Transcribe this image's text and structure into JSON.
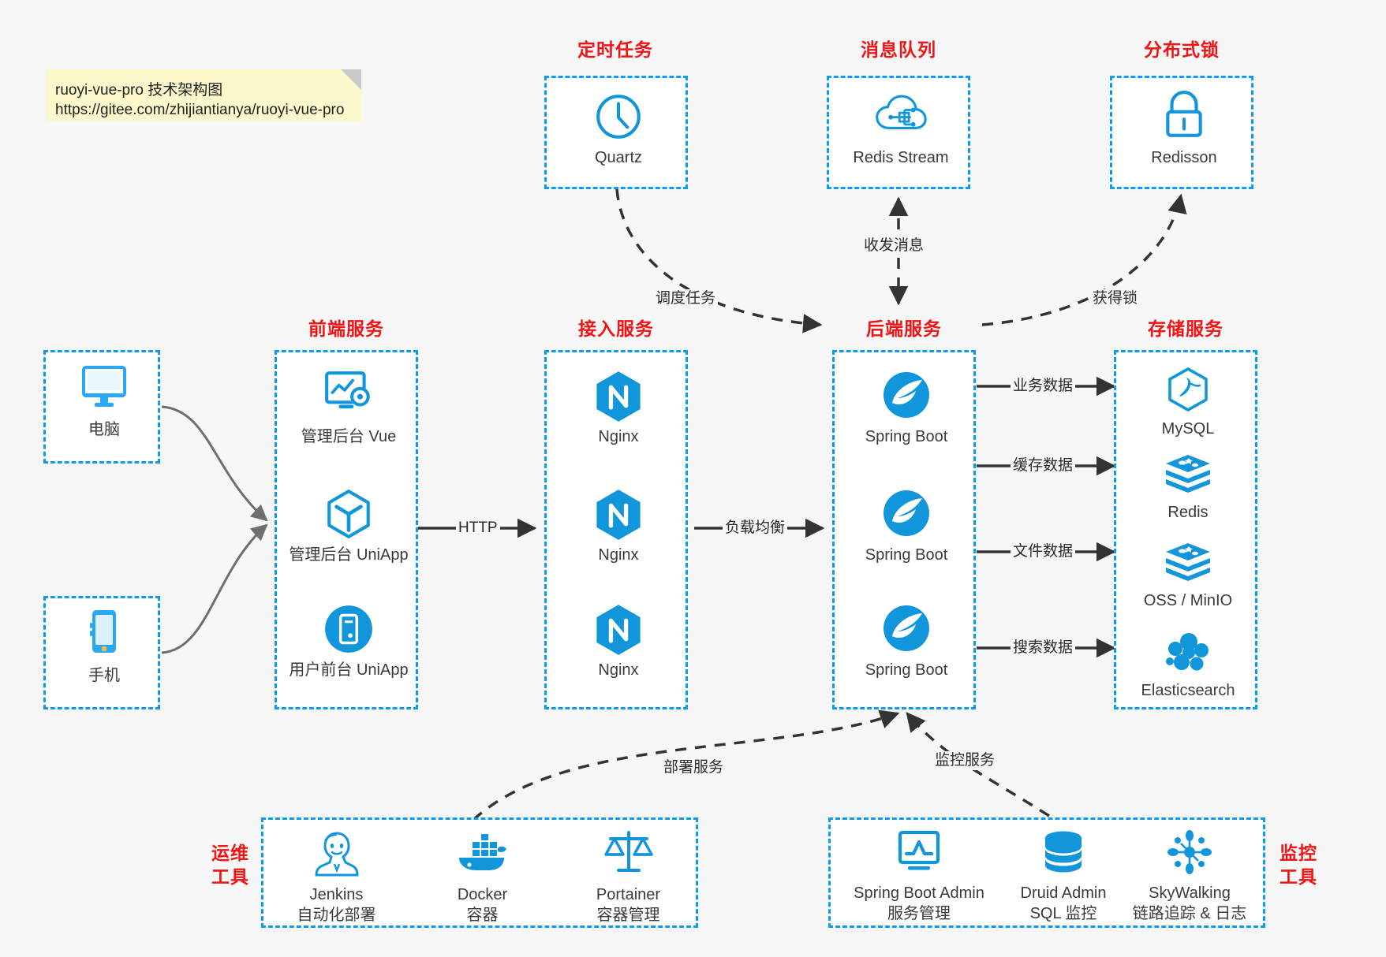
{
  "note": {
    "line1": "ruoyi-vue-pro 技术架构图",
    "line2": "https://gitee.com/zhijiantianya/ruoyi-vue-pro"
  },
  "colors": {
    "group_border": "#0d9bf0",
    "group_title": "#f01414",
    "icon_blue": "#1296db",
    "background": "#f7f7f7",
    "note_background": "#fbf8cc",
    "edge": "#333333"
  },
  "groups": {
    "scheduler": {
      "title": "定时任务",
      "nodes": [
        {
          "label": "Quartz",
          "icon": "clock-icon"
        }
      ]
    },
    "message_queue": {
      "title": "消息队列",
      "nodes": [
        {
          "label": "Redis Stream",
          "icon": "cloud-stream-icon"
        }
      ]
    },
    "distributed_lock": {
      "title": "分布式锁",
      "nodes": [
        {
          "label": "Redisson",
          "icon": "lock-icon"
        }
      ]
    },
    "clients": {
      "nodes": [
        {
          "label": "电脑",
          "icon": "desktop-icon"
        },
        {
          "label": "手机",
          "icon": "mobile-icon"
        }
      ]
    },
    "frontend": {
      "title": "前端服务",
      "nodes": [
        {
          "label": "管理后台 Vue",
          "icon": "dashboard-icon"
        },
        {
          "label": "管理后台 UniApp",
          "icon": "cube-icon"
        },
        {
          "label": "用户前台 UniApp",
          "icon": "app-icon"
        }
      ]
    },
    "gateway": {
      "title": "接入服务",
      "nodes": [
        {
          "label": "Nginx",
          "icon": "nginx-icon"
        },
        {
          "label": "Nginx",
          "icon": "nginx-icon"
        },
        {
          "label": "Nginx",
          "icon": "nginx-icon"
        }
      ]
    },
    "backend": {
      "title": "后端服务",
      "nodes": [
        {
          "label": "Spring Boot",
          "icon": "spring-icon"
        },
        {
          "label": "Spring Boot",
          "icon": "spring-icon"
        },
        {
          "label": "Spring Boot",
          "icon": "spring-icon"
        }
      ]
    },
    "storage": {
      "title": "存储服务",
      "nodes": [
        {
          "label": "MySQL",
          "icon": "mysql-icon"
        },
        {
          "label": "Redis",
          "icon": "redis-icon"
        },
        {
          "label": "OSS / MinIO",
          "icon": "oss-icon"
        },
        {
          "label": "Elasticsearch",
          "icon": "elasticsearch-icon"
        }
      ]
    },
    "devops": {
      "title_line1": "运维",
      "title_line2": "工具",
      "nodes": [
        {
          "label": "Jenkins",
          "sub": "自动化部署",
          "icon": "jenkins-icon"
        },
        {
          "label": "Docker",
          "sub": "容器",
          "icon": "docker-icon"
        },
        {
          "label": "Portainer",
          "sub": "容器管理",
          "icon": "scales-icon"
        }
      ]
    },
    "monitoring": {
      "title_line1": "监控",
      "title_line2": "工具",
      "nodes": [
        {
          "label": "Spring Boot Admin",
          "sub": "服务管理",
          "icon": "monitor-chart-icon"
        },
        {
          "label": "Druid Admin",
          "sub": "SQL 监控",
          "icon": "database-icon"
        },
        {
          "label": "SkyWalking",
          "sub": "链路追踪 & 日志",
          "icon": "skywalking-icon"
        }
      ]
    }
  },
  "edges": [
    {
      "name": "scheduler-to-backend",
      "label": "调度任务"
    },
    {
      "name": "mq-to-backend",
      "label": "收发消息"
    },
    {
      "name": "backend-to-lock",
      "label": "获得锁"
    },
    {
      "name": "frontend-to-gateway",
      "label": "HTTP"
    },
    {
      "name": "gateway-to-backend",
      "label": "负载均衡"
    },
    {
      "name": "backend-to-mysql",
      "label": "业务数据"
    },
    {
      "name": "backend-to-redis",
      "label": "缓存数据"
    },
    {
      "name": "backend-to-oss",
      "label": "文件数据"
    },
    {
      "name": "backend-to-es",
      "label": "搜索数据"
    },
    {
      "name": "devops-to-backend",
      "label": "部署服务"
    },
    {
      "name": "monitoring-to-backend",
      "label": "监控服务"
    }
  ]
}
